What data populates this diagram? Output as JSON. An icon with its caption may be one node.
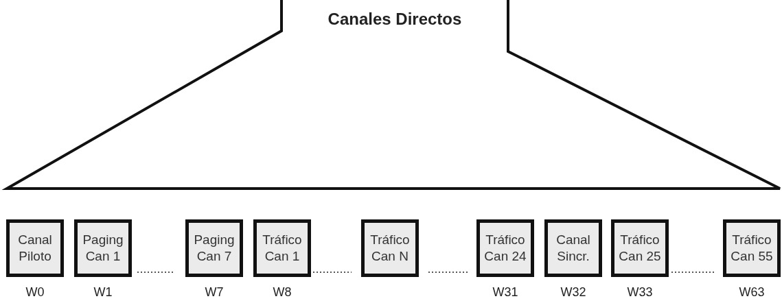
{
  "diagram": {
    "title": "Canales Directos",
    "nodes": [
      {
        "text": [
          "Canal Piloto"
        ],
        "beside": [
          "W0"
        ]
      },
      {
        "text": [
          "Paging Can 1"
        ],
        "beside": [
          "W1"
        ]
      },
      {
        "text": [
          "Paging Can 7"
        ],
        "beside": [
          "W7"
        ]
      },
      {
        "text": [
          "Tráfico Can 1"
        ],
        "beside": [
          "W8"
        ]
      },
      {
        "text": [
          "Tráfico Can N"
        ]
      },
      {
        "text": [
          "Tráfico Can 24"
        ],
        "beside": [
          "W31"
        ]
      },
      {
        "text": [
          "Canal Sincr."
        ],
        "beside": [
          "W32"
        ]
      },
      {
        "text": [
          "Tráfico Can 25"
        ],
        "beside": [
          "W33"
        ]
      },
      {
        "text": [
          "Tráfico Can 55"
        ],
        "beside": [
          "W63"
        ]
      }
    ],
    "edges": []
  }
}
